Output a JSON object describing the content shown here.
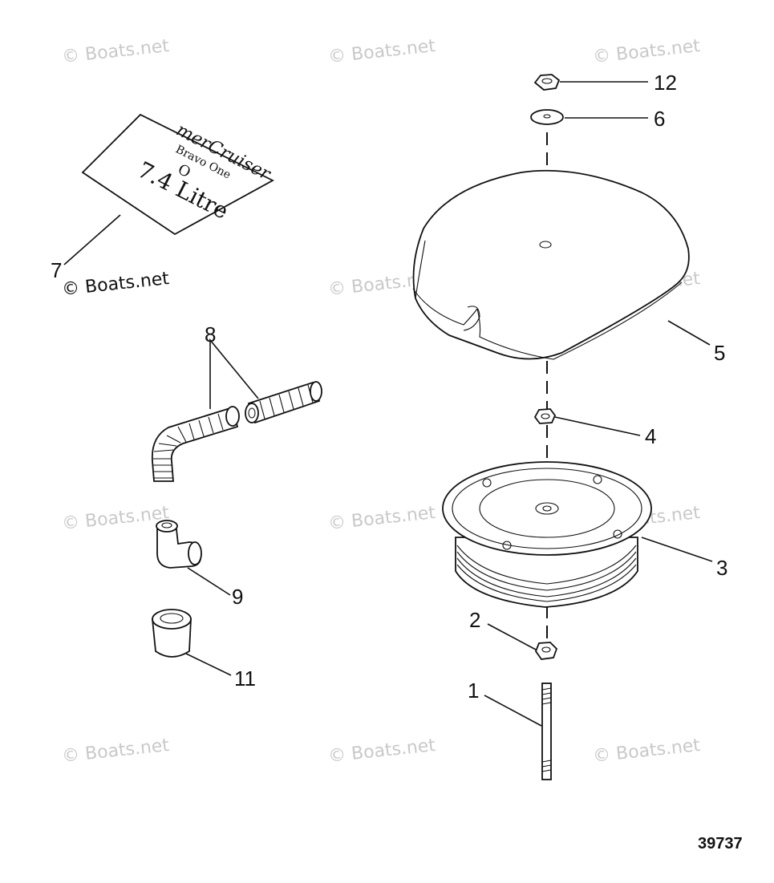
{
  "diagram_id": "39737",
  "watermark": "© Boats.net",
  "decal": {
    "brand": "merCruiser",
    "line2": "Bravo One",
    "line3": "O",
    "line4": "7.4 Litre"
  },
  "callouts": [
    "1",
    "2",
    "3",
    "4",
    "5",
    "6",
    "7",
    "8",
    "9",
    "11",
    "12"
  ]
}
